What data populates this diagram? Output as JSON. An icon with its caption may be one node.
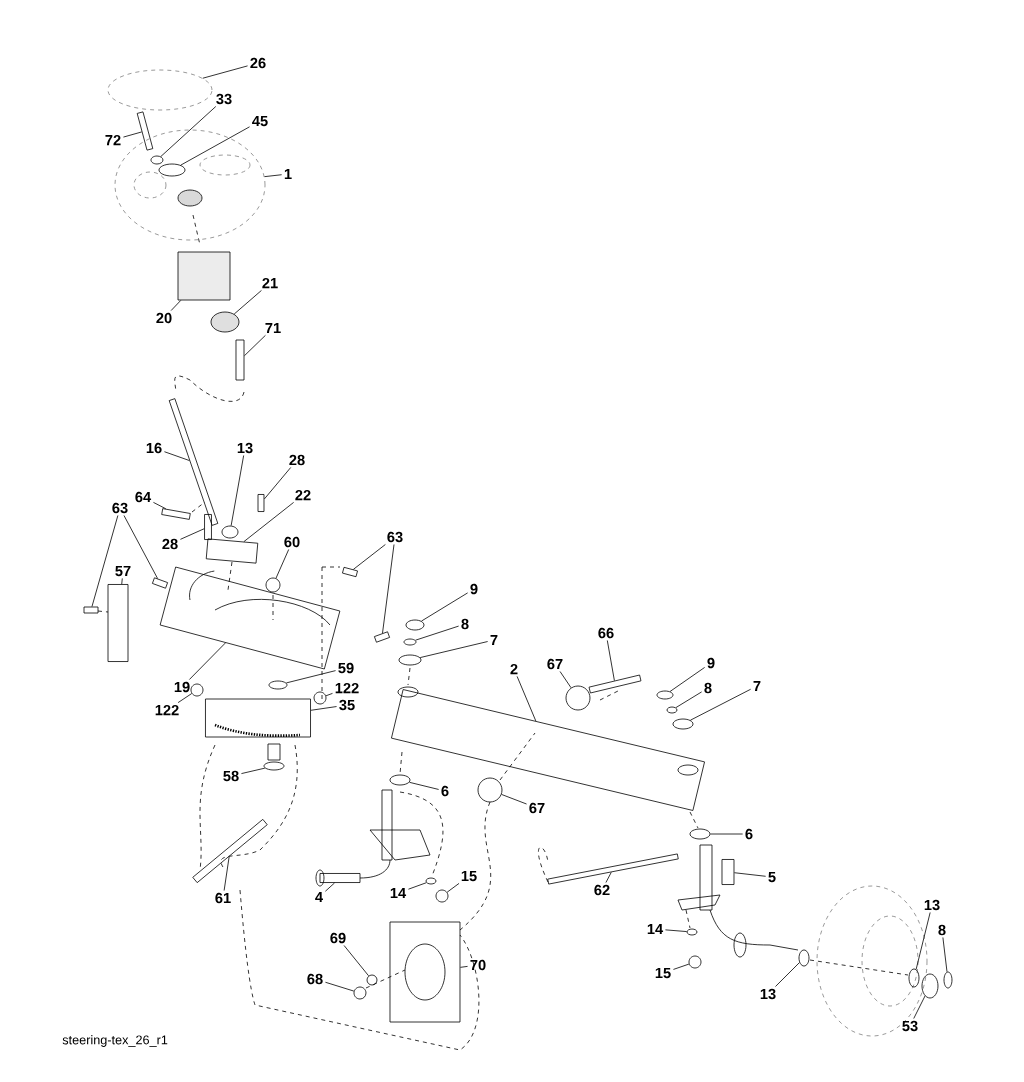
{
  "diagram": {
    "nodes": [
      {
        "text": [
          "26"
        ]
      },
      {
        "text": [
          "33"
        ]
      },
      {
        "text": [
          "45"
        ]
      },
      {
        "text": [
          "72"
        ]
      },
      {
        "text": [
          "1"
        ]
      },
      {
        "text": [
          "20"
        ]
      },
      {
        "text": [
          "21"
        ]
      },
      {
        "text": [
          "71"
        ]
      },
      {
        "text": [
          "16"
        ]
      },
      {
        "text": [
          "13"
        ]
      },
      {
        "text": [
          "28"
        ]
      },
      {
        "text": [
          "22"
        ]
      },
      {
        "text": [
          "64"
        ]
      },
      {
        "text": [
          "28"
        ]
      },
      {
        "text": [
          "63"
        ]
      },
      {
        "text": [
          "63"
        ]
      },
      {
        "text": [
          "60"
        ]
      },
      {
        "text": [
          "57"
        ]
      },
      {
        "text": [
          "19"
        ]
      },
      {
        "text": [
          "59"
        ]
      },
      {
        "text": [
          "122"
        ]
      },
      {
        "text": [
          "122"
        ]
      },
      {
        "text": [
          "35"
        ]
      },
      {
        "text": [
          "58"
        ]
      },
      {
        "text": [
          "9"
        ]
      },
      {
        "text": [
          "8"
        ]
      },
      {
        "text": [
          "7"
        ]
      },
      {
        "text": [
          "2"
        ]
      },
      {
        "text": [
          "66"
        ]
      },
      {
        "text": [
          "67"
        ]
      },
      {
        "text": [
          "9"
        ]
      },
      {
        "text": [
          "8"
        ]
      },
      {
        "text": [
          "7"
        ]
      },
      {
        "text": [
          "6"
        ]
      },
      {
        "text": [
          "67"
        ]
      },
      {
        "text": [
          "6"
        ]
      },
      {
        "text": [
          "5"
        ]
      },
      {
        "text": [
          "61"
        ]
      },
      {
        "text": [
          "4"
        ]
      },
      {
        "text": [
          "14"
        ]
      },
      {
        "text": [
          "15"
        ]
      },
      {
        "text": [
          "62"
        ]
      },
      {
        "text": [
          "69"
        ]
      },
      {
        "text": [
          "70"
        ]
      },
      {
        "text": [
          "68"
        ]
      },
      {
        "text": [
          "14"
        ]
      },
      {
        "text": [
          "15"
        ]
      },
      {
        "text": [
          "13"
        ]
      },
      {
        "text": [
          "13"
        ]
      },
      {
        "text": [
          "8"
        ]
      },
      {
        "text": [
          "53"
        ]
      },
      {
        "text": [],
        "shape": "circle"
      },
      {
        "text": [],
        "shape": "circle",
        "in": 55
      },
      {
        "text": [],
        "shape": "circle",
        "in": 55
      },
      {
        "text": [],
        "shape": "box"
      },
      {
        "text": [],
        "shape": "circle"
      },
      {
        "text": [],
        "shape": "box"
      },
      {
        "text": [],
        "shape": "circle"
      },
      {
        "text": [],
        "shape": "box"
      },
      {
        "text": [],
        "shape": "box"
      },
      {
        "text": [],
        "shape": "circle"
      },
      {
        "text": [],
        "shape": "box"
      },
      {
        "text": [],
        "shape": "box"
      },
      {
        "text": [],
        "shape": "box"
      },
      {
        "text": [],
        "shape": "box"
      },
      {
        "text": [],
        "shape": "box"
      },
      {
        "text": [],
        "shape": "box"
      },
      {
        "text": [],
        "shape": "box"
      },
      {
        "text": [],
        "shape": "box"
      },
      {
        "text": [],
        "shape": "circle"
      },
      {
        "text": [],
        "shape": "box"
      },
      {
        "text": [],
        "shape": "box"
      },
      {
        "text": [],
        "shape": "circle"
      },
      {
        "text": [],
        "shape": "circle"
      },
      {
        "text": [],
        "shape": "circle"
      },
      {
        "text": [],
        "shape": "box"
      },
      {
        "text": [],
        "shape": "circle"
      },
      {
        "text": [],
        "shape": "circle"
      },
      {
        "text": [],
        "shape": "circle"
      },
      {
        "text": [],
        "shape": "circle"
      },
      {
        "text": [],
        "shape": "box"
      },
      {
        "text": [],
        "shape": "box"
      },
      {
        "text": [],
        "shape": "circle"
      },
      {
        "text": [],
        "shape": "circle"
      },
      {
        "text": [],
        "shape": "circle"
      },
      {
        "text": [],
        "shape": "circle"
      },
      {
        "text": [],
        "shape": "circle"
      },
      {
        "text": [],
        "shape": "circle"
      },
      {
        "text": [],
        "shape": "circle"
      },
      {
        "text": [],
        "shape": "box"
      },
      {
        "text": [],
        "shape": "box"
      },
      {
        "text": [],
        "shape": "box"
      },
      {
        "text": [],
        "shape": "circle"
      },
      {
        "text": [],
        "shape": "circle"
      },
      {
        "text": [],
        "shape": "box"
      },
      {
        "text": [],
        "shape": "circle"
      },
      {
        "text": [],
        "shape": "box"
      },
      {
        "text": [],
        "shape": "circle"
      },
      {
        "text": [],
        "shape": "circle"
      },
      {
        "text": [],
        "shape": "circle"
      },
      {
        "text": [],
        "shape": "circle"
      },
      {
        "text": [],
        "shape": "circle"
      },
      {
        "text": [],
        "shape": "circle"
      },
      {
        "text": [],
        "shape": "circle"
      }
    ],
    "edges": [
      {
        "from": 0,
        "to": 51,
        "arrow": "none"
      },
      {
        "from": 1,
        "to": 52,
        "arrow": "none"
      },
      {
        "from": 2,
        "to": 53,
        "arrow": "none"
      },
      {
        "from": 3,
        "to": 54,
        "arrow": "none"
      },
      {
        "from": 4,
        "to": 55,
        "arrow": "none"
      },
      {
        "from": 5,
        "to": 56,
        "arrow": "none"
      },
      {
        "from": 6,
        "to": 57,
        "arrow": "none"
      },
      {
        "from": 7,
        "to": 58,
        "arrow": "none"
      },
      {
        "from": 8,
        "to": 59,
        "arrow": "none"
      },
      {
        "from": 9,
        "to": 60,
        "arrow": "none"
      },
      {
        "from": 10,
        "to": 61,
        "arrow": "none"
      },
      {
        "from": 11,
        "to": 62,
        "arrow": "none"
      },
      {
        "from": 12,
        "to": 63,
        "arrow": "none"
      },
      {
        "from": 13,
        "to": 64,
        "arrow": "none"
      },
      {
        "from": 14,
        "to": 65,
        "arrow": "none"
      },
      {
        "from": 14,
        "to": 66,
        "arrow": "none"
      },
      {
        "from": 15,
        "to": 67,
        "arrow": "none"
      },
      {
        "from": 15,
        "to": 68,
        "arrow": "none"
      },
      {
        "from": 16,
        "to": 69,
        "arrow": "none"
      },
      {
        "from": 17,
        "to": 70,
        "arrow": "none"
      },
      {
        "from": 18,
        "to": 71,
        "arrow": "none"
      },
      {
        "from": 19,
        "to": 72,
        "arrow": "none"
      },
      {
        "from": 20,
        "to": 73,
        "arrow": "none"
      },
      {
        "from": 21,
        "to": 74,
        "arrow": "none"
      },
      {
        "from": 22,
        "to": 75,
        "arrow": "none"
      },
      {
        "from": 23,
        "to": 76,
        "arrow": "none"
      },
      {
        "from": 24,
        "to": 77,
        "arrow": "none"
      },
      {
        "from": 25,
        "to": 78,
        "arrow": "none"
      },
      {
        "from": 26,
        "to": 79,
        "arrow": "none"
      },
      {
        "from": 27,
        "to": 80,
        "arrow": "none"
      },
      {
        "from": 28,
        "to": 81,
        "arrow": "none"
      },
      {
        "from": 29,
        "to": 82,
        "arrow": "none"
      },
      {
        "from": 30,
        "to": 83,
        "arrow": "none"
      },
      {
        "from": 31,
        "to": 84,
        "arrow": "none"
      },
      {
        "from": 32,
        "to": 85,
        "arrow": "none"
      },
      {
        "from": 33,
        "to": 86,
        "arrow": "none"
      },
      {
        "from": 34,
        "to": 87,
        "arrow": "none"
      },
      {
        "from": 35,
        "to": 88,
        "arrow": "none"
      },
      {
        "from": 36,
        "to": 89,
        "arrow": "none"
      },
      {
        "from": 37,
        "to": 90,
        "arrow": "none"
      },
      {
        "from": 38,
        "to": 91,
        "arrow": "none"
      },
      {
        "from": 39,
        "to": 92,
        "arrow": "none"
      },
      {
        "from": 40,
        "to": 93,
        "arrow": "none"
      },
      {
        "from": 41,
        "to": 94,
        "arrow": "none"
      },
      {
        "from": 42,
        "to": 95,
        "arrow": "none"
      },
      {
        "from": 43,
        "to": 96,
        "arrow": "none"
      },
      {
        "from": 44,
        "to": 97,
        "arrow": "none"
      },
      {
        "from": 45,
        "to": 98,
        "arrow": "none"
      },
      {
        "from": 46,
        "to": 99,
        "arrow": "none"
      },
      {
        "from": 47,
        "to": 100,
        "arrow": "none"
      },
      {
        "from": 48,
        "to": 101,
        "arrow": "none"
      },
      {
        "from": 49,
        "to": 102,
        "arrow": "none"
      },
      {
        "from": 50,
        "to": 103,
        "arrow": "none"
      }
    ],
    "labels": [
      "steering-tex_26_r1"
    ]
  }
}
